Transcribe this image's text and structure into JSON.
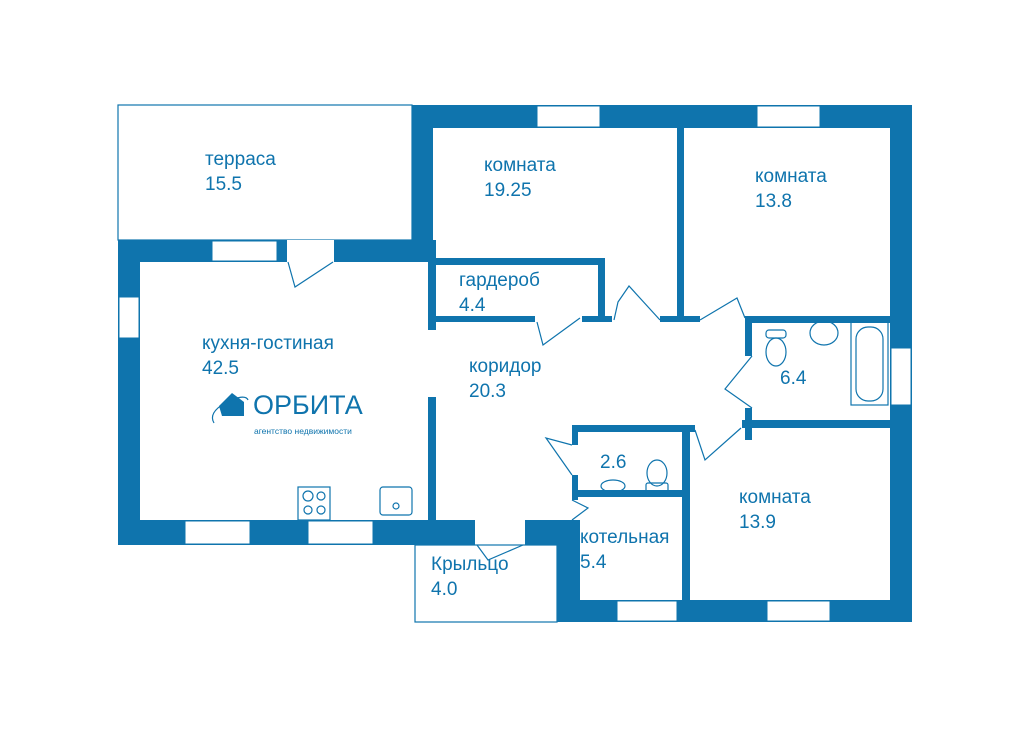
{
  "colors": {
    "wall": "#0f74ad",
    "background": "#ffffff"
  },
  "rooms": [
    {
      "name": "терраса",
      "area": "15.5"
    },
    {
      "name": "комната",
      "area": "19.25"
    },
    {
      "name": "комната",
      "area": "13.8"
    },
    {
      "name": "гардероб",
      "area": "4.4"
    },
    {
      "name": "кухня-гостиная",
      "area": "42.5"
    },
    {
      "name": "коридор",
      "area": "20.3"
    },
    {
      "name": "",
      "area": "6.4"
    },
    {
      "name": "",
      "area": "2.6"
    },
    {
      "name": "комната",
      "area": "13.9"
    },
    {
      "name": "котельная",
      "area": "5.4"
    },
    {
      "name": "Крыльцо",
      "area": "4.0"
    }
  ],
  "logo": {
    "title": "ОРБИТА",
    "subtitle": "агентство недвижимости"
  }
}
